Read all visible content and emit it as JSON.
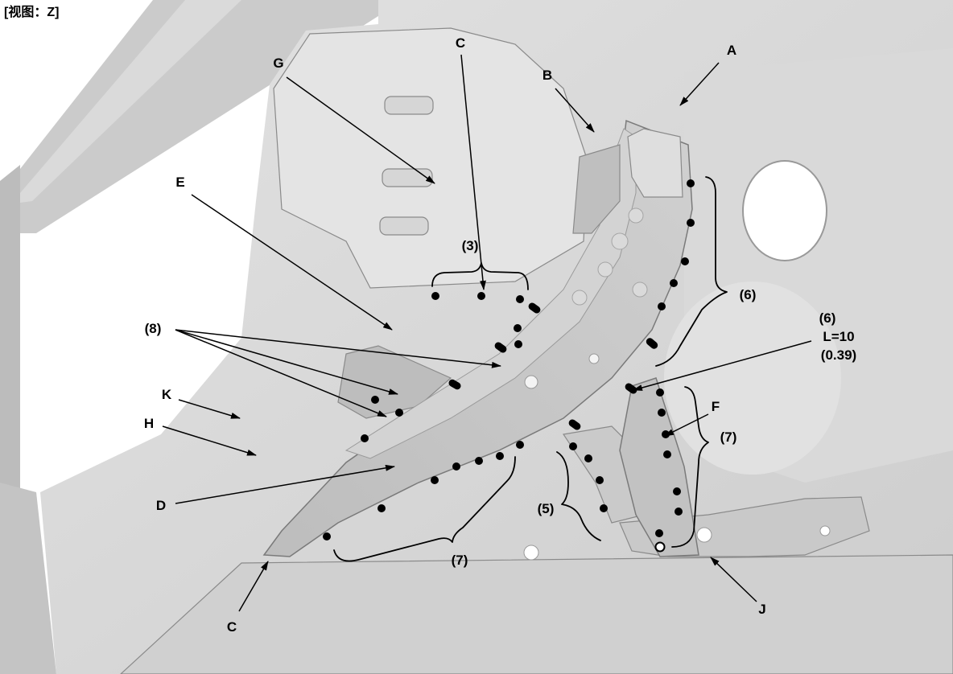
{
  "view_title": "[视图：Z]",
  "callouts": {
    "a": "A",
    "b": "B",
    "c_top": "C",
    "c_bottom": "C",
    "d": "D",
    "e": "E",
    "f": "F",
    "g": "G",
    "h": "H",
    "j": "J",
    "k": "K"
  },
  "weld_notes": {
    "group_3": "(3)",
    "group_5": "(5)",
    "group_6": "(6)",
    "group_6_slot": "(6)",
    "group_6_slot_length": "L=10",
    "group_6_slot_length_in": "(0.39)",
    "group_7_lower": "(7)",
    "group_7_right": "(7)",
    "group_8": "(8)"
  },
  "colors": {
    "background": "#ffffff",
    "panel": "#d8d8d8",
    "frame_member": "#c6c6c6",
    "weld_mark": "#000000",
    "open_weld_mark": "#ffffff",
    "leader_line": "#000000"
  }
}
